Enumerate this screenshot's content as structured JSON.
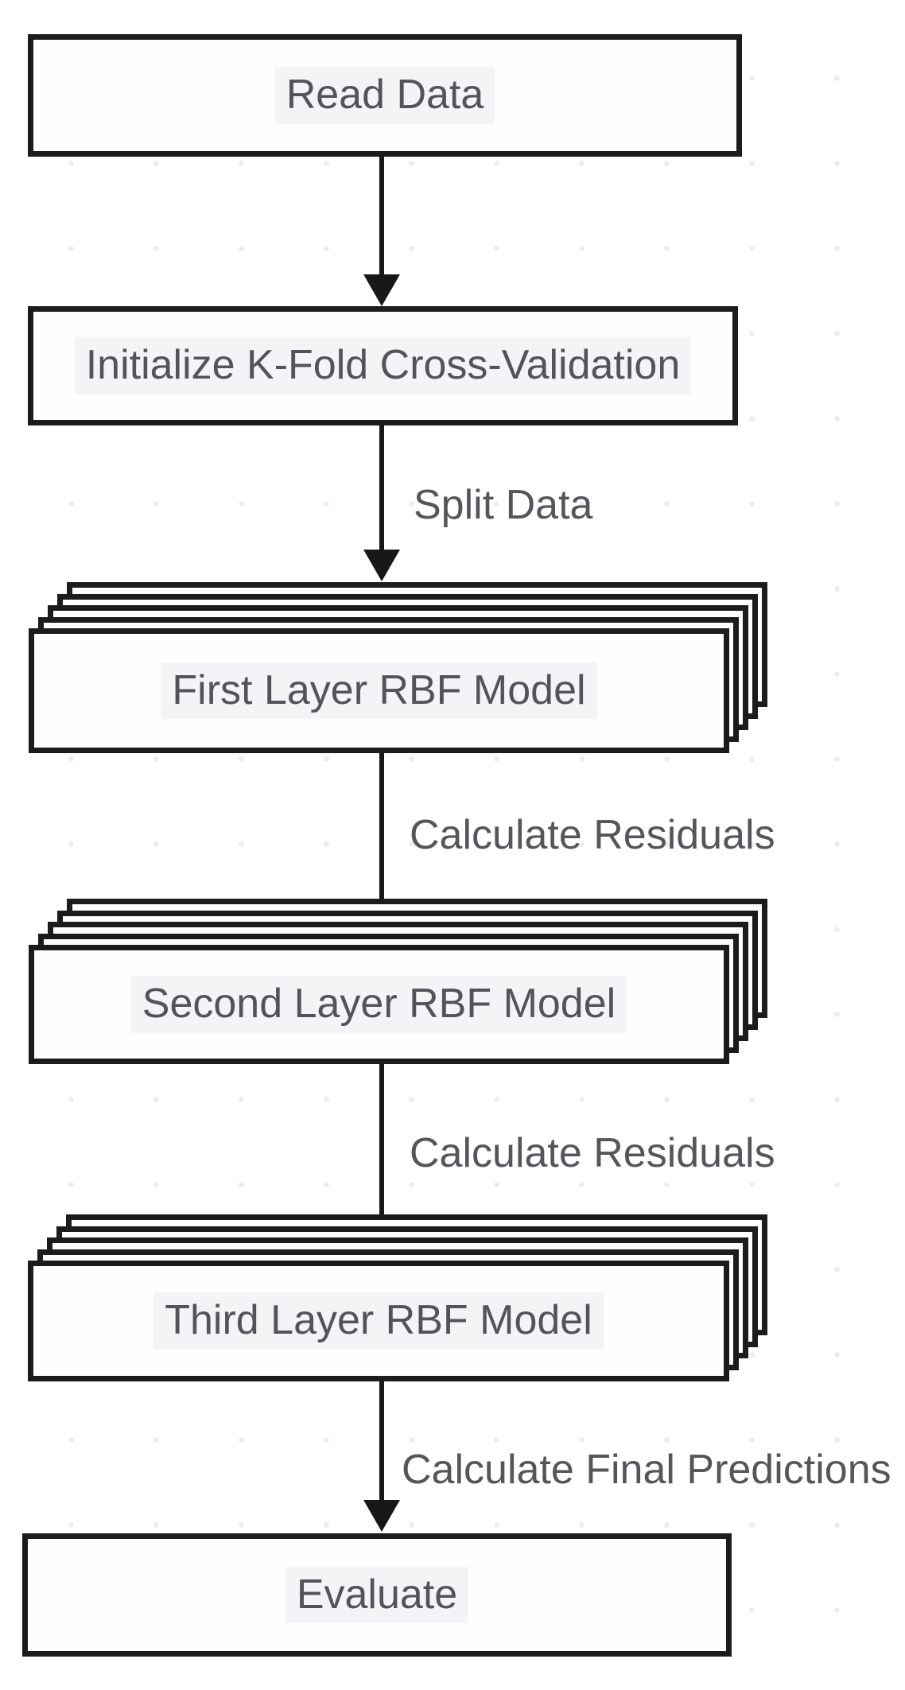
{
  "diagram_title": "Stacked RBF model K-fold workflow flowchart",
  "colors": {
    "border": "#1b1c1e",
    "arrow": "#17181a",
    "text": "#525459",
    "label_highlight": "#f4f4f6",
    "background": "#ffffff",
    "grid_dot": "#ededef"
  },
  "nodes": [
    {
      "id": "read-data",
      "label": "Read Data",
      "shape": "rect"
    },
    {
      "id": "init-kfold",
      "label": "Initialize K-Fold Cross-Validation",
      "shape": "rect"
    },
    {
      "id": "first-layer",
      "label": "First Layer RBF Model",
      "shape": "stacked-rect",
      "stack_count": 5
    },
    {
      "id": "second-layer",
      "label": "Second Layer RBF Model",
      "shape": "stacked-rect",
      "stack_count": 5
    },
    {
      "id": "third-layer",
      "label": "Third Layer RBF Model",
      "shape": "stacked-rect",
      "stack_count": 5
    },
    {
      "id": "evaluate",
      "label": "Evaluate",
      "shape": "rect"
    }
  ],
  "edges": [
    {
      "from": "read-data",
      "to": "init-kfold",
      "label": ""
    },
    {
      "from": "init-kfold",
      "to": "first-layer",
      "label": "Split Data"
    },
    {
      "from": "first-layer",
      "to": "second-layer",
      "label": "Calculate Residuals"
    },
    {
      "from": "second-layer",
      "to": "third-layer",
      "label": "Calculate Residuals"
    },
    {
      "from": "third-layer",
      "to": "evaluate",
      "label": "Calculate Final Predictions"
    }
  ]
}
